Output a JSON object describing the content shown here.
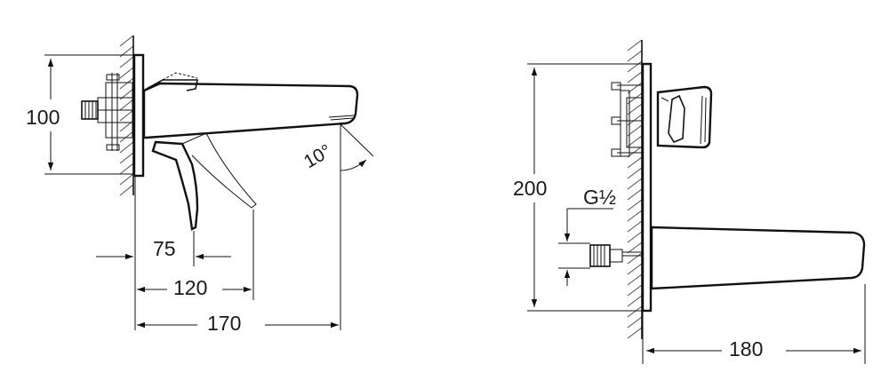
{
  "side_view": {
    "dims": {
      "height": "100",
      "lever_offset": "75",
      "lever_reach": "120",
      "spout_reach": "170",
      "angle": "10°"
    }
  },
  "rear_view": {
    "dims": {
      "height": "200",
      "thread": "G½",
      "depth": "180"
    }
  }
}
